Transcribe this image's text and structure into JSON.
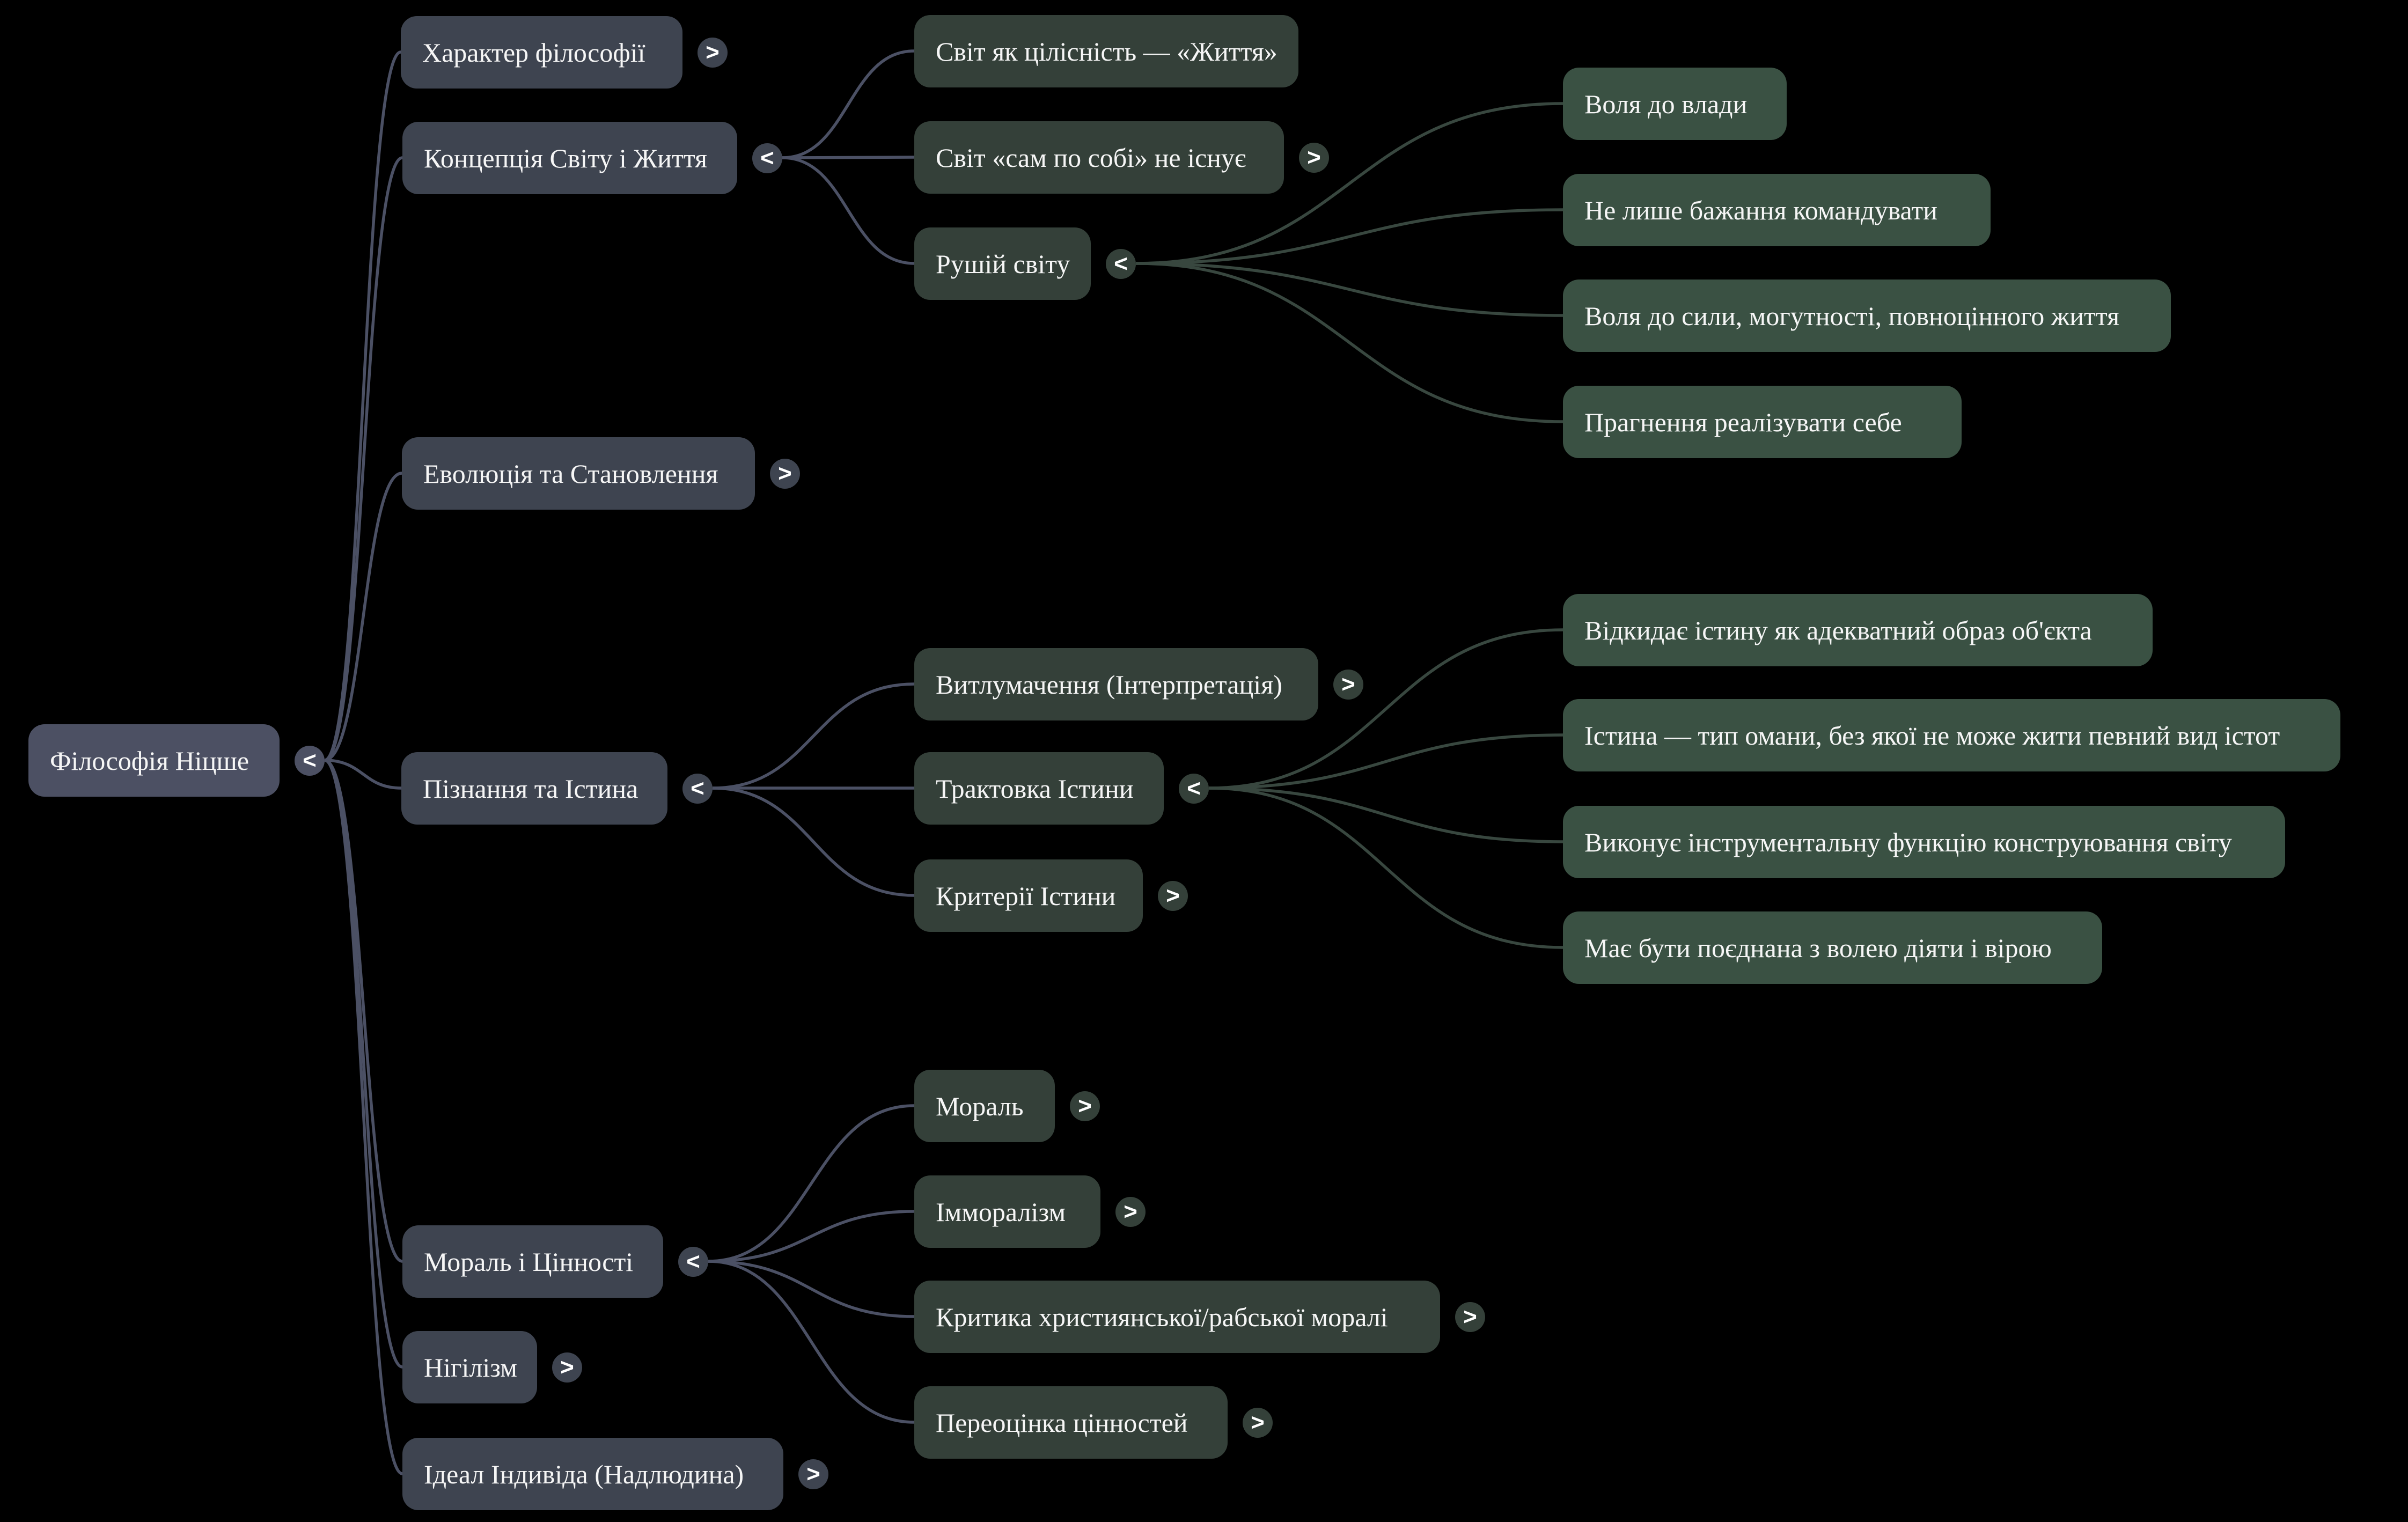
{
  "diagram_type": "mindmap",
  "glyphs": {
    "collapse": "<",
    "expand": ">"
  },
  "palette": {
    "background": "#000000",
    "root_fill": "#4c5063",
    "level1_fill": "#3e4450",
    "level2_fill": "#344039",
    "level3_fill": "#3a5143",
    "link_slate": "#4b5064",
    "link_green": "#38473f",
    "text": "#f6f6f6"
  },
  "nodes": {
    "root": {
      "label": "Філософія Ніцше",
      "toggle": "collapse"
    },
    "a1": {
      "label": "Характер філософії",
      "toggle": "expand"
    },
    "a2": {
      "label": "Концепція Світу і Життя",
      "toggle": "collapse"
    },
    "a3": {
      "label": "Еволюція та Становлення",
      "toggle": "expand"
    },
    "a4": {
      "label": "Пізнання та Істина",
      "toggle": "collapse"
    },
    "a5": {
      "label": "Мораль і Цінності",
      "toggle": "collapse"
    },
    "a6": {
      "label": "Нігілізм",
      "toggle": "expand"
    },
    "a7": {
      "label": "Ідеал Індивіда (Надлюдина)",
      "toggle": "expand"
    },
    "b1": {
      "label": "Світ як цілісність — «Життя»",
      "toggle": null
    },
    "b2": {
      "label": "Світ «сам по собі» не існує",
      "toggle": "expand"
    },
    "b3": {
      "label": "Рушій світу",
      "toggle": "collapse"
    },
    "b4": {
      "label": "Витлумачення (Інтерпретація)",
      "toggle": "expand"
    },
    "b5": {
      "label": "Трактовка Істини",
      "toggle": "collapse"
    },
    "b6": {
      "label": "Критерії Істини",
      "toggle": "expand"
    },
    "b7": {
      "label": "Мораль",
      "toggle": "expand"
    },
    "b8": {
      "label": "Імморалізм",
      "toggle": "expand"
    },
    "b9": {
      "label": "Критика християнської/рабської моралі",
      "toggle": "expand"
    },
    "b10": {
      "label": "Переоцінка цінностей",
      "toggle": "expand"
    },
    "c1": {
      "label": "Воля до влади",
      "toggle": null
    },
    "c2": {
      "label": "Не лише бажання командувати",
      "toggle": null
    },
    "c3": {
      "label": "Воля до сили, могутності, повноцінного життя",
      "toggle": null
    },
    "c4": {
      "label": "Прагнення реалізувати себе",
      "toggle": null
    },
    "c5": {
      "label": "Відкидає істину як адекватний образ об'єкта",
      "toggle": null
    },
    "c6": {
      "label": "Істина — тип омани, без якої не може жити певний вид істот",
      "toggle": null
    },
    "c7": {
      "label": "Виконує інструментальну функцію конструювання світу",
      "toggle": null
    },
    "c8": {
      "label": "Має бути поєднана з волею діяти і вірою",
      "toggle": null
    }
  },
  "structure": {
    "root": [
      "a1",
      "a2",
      "a3",
      "a4",
      "a5",
      "a6",
      "a7"
    ],
    "a2": [
      "b1",
      "b2",
      "b3"
    ],
    "b3": [
      "c1",
      "c2",
      "c3",
      "c4"
    ],
    "a4": [
      "b4",
      "b5",
      "b6"
    ],
    "b5": [
      "c5",
      "c6",
      "c7",
      "c8"
    ],
    "a5": [
      "b7",
      "b8",
      "b9",
      "b10"
    ]
  }
}
